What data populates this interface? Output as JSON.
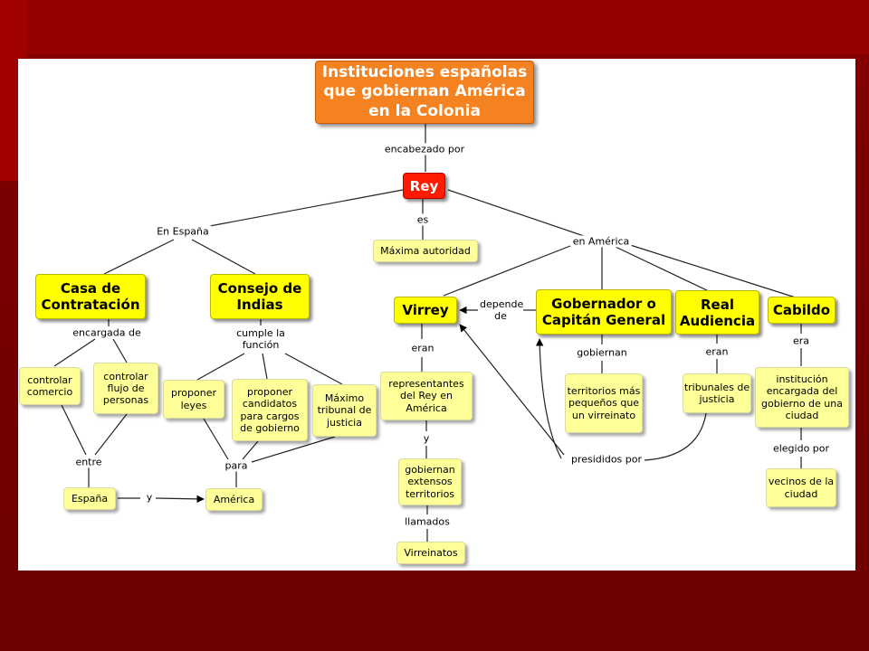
{
  "title": "Instituciones españolas que gobiernan América en la Colonia",
  "nodes": {
    "rey": "Rey",
    "maxima_autoridad": "Máxima autoridad",
    "casa": "Casa de Contratación",
    "consejo": "Consejo de Indias",
    "virrey": "Virrey",
    "gobernador": "Gobernador o Capitán General",
    "audiencia": "Real Audiencia",
    "cabildo": "Cabildo",
    "controlar_comercio": "controlar comercio",
    "controlar_flujo": "controlar flujo de personas",
    "proponer_leyes": "proponer leyes",
    "proponer_candidatos": "proponer candidatos para cargos de gobierno",
    "maximo_tribunal": "Máximo tribunal de justicia",
    "espana": "España",
    "america": "América",
    "representantes": "representantes del Rey en América",
    "gobiernan_extensos": "gobiernan extensos territorios",
    "virreinatos": "Virreinatos",
    "territorios": "territorios más pequeños que un virreinato",
    "tribunales": "tribunales de justicia",
    "institucion": "institución encargada del gobierno de una ciudad",
    "vecinos": "vecinos de la ciudad"
  },
  "labels": {
    "encabezado_por": "encabezado por",
    "es": "es",
    "en_espana": "En España",
    "en_america": "en América",
    "encargada_de": "encargada de",
    "cumple_la_funcion": "cumple la función",
    "entre": "entre",
    "y1": "y",
    "para": "para",
    "depende_de": "depende de",
    "eran1": "eran",
    "y2": "y",
    "llamados": "llamados",
    "gobiernan": "gobiernan",
    "eran2": "eran",
    "era": "era",
    "elegido_por": "elegido por",
    "presididos_por": "presididos por"
  },
  "colors": {
    "background": "#7d0000",
    "title_fill": "#f58220",
    "rey_fill": "#ff1a00",
    "key_fill": "#ffff00",
    "concept_fill": "#ffff99"
  }
}
